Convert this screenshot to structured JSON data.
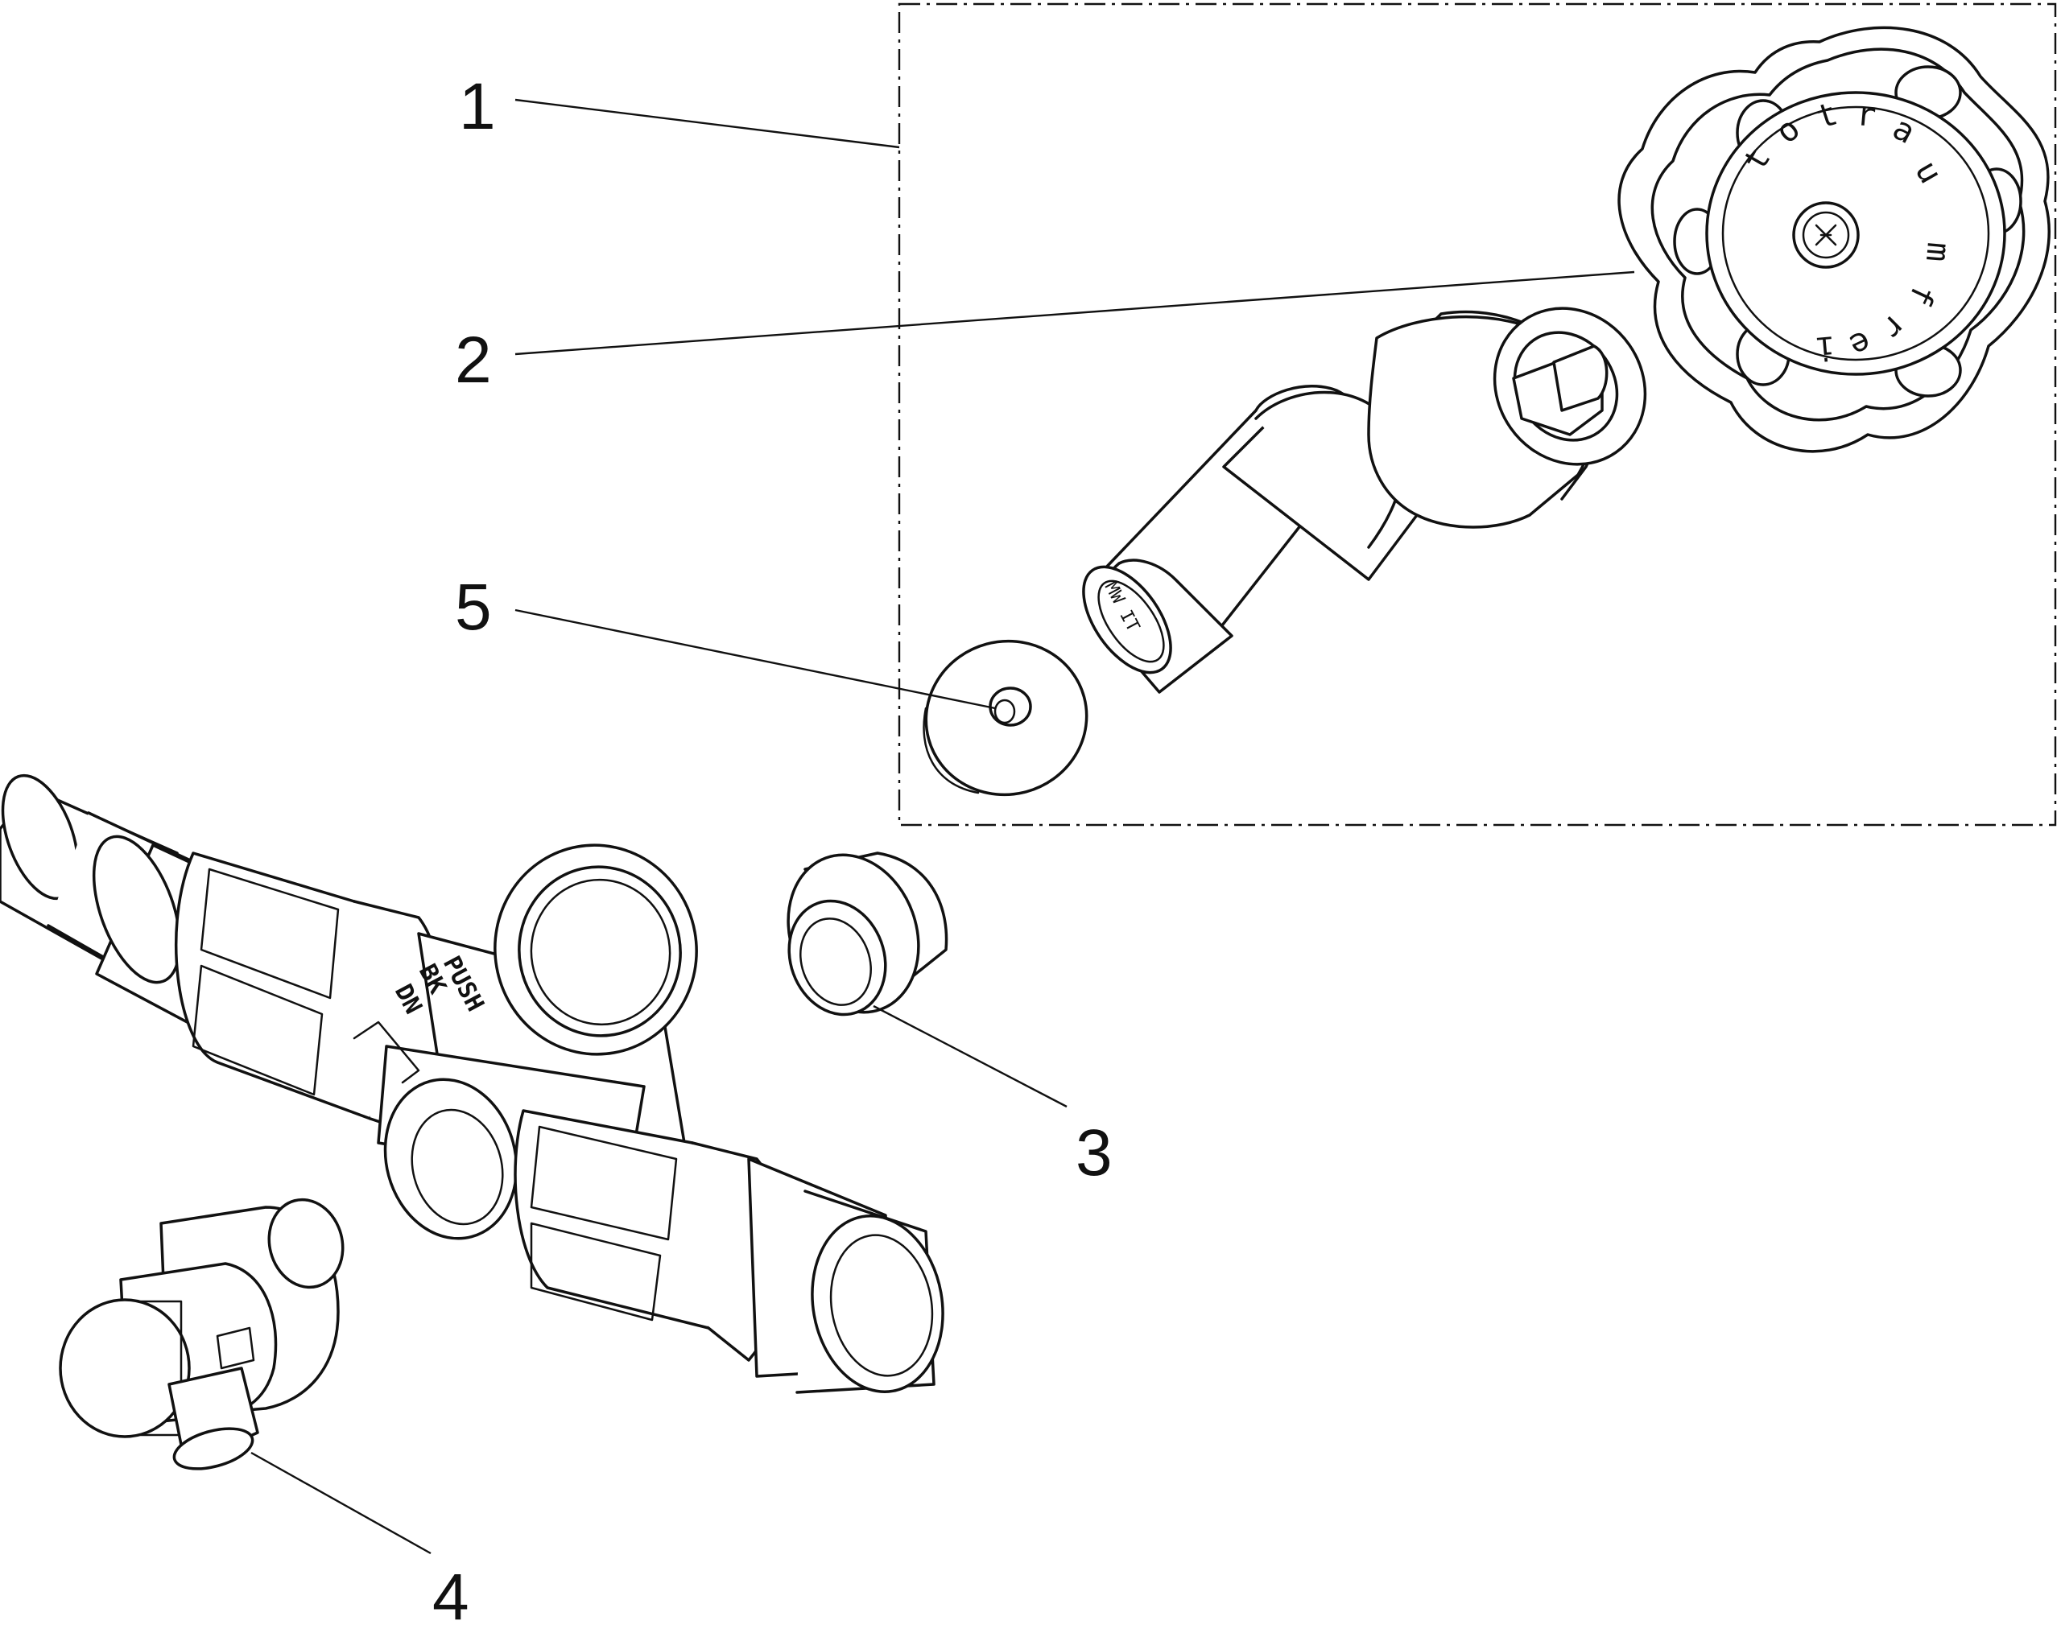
{
  "callouts": [
    {
      "id": "1",
      "label": "1"
    },
    {
      "id": "2",
      "label": "2"
    },
    {
      "id": "3",
      "label": "3"
    },
    {
      "id": "4",
      "label": "4"
    },
    {
      "id": "5",
      "label": "5"
    }
  ],
  "handwheel": {
    "letters": [
      "t",
      "o",
      "t",
      "r",
      "a",
      "u",
      "m",
      "f",
      "r",
      "e",
      "i"
    ]
  },
  "bonnet": {
    "marking": "MW IT"
  },
  "body": {
    "marking": [
      "PUSH",
      "BK",
      "DN"
    ]
  }
}
